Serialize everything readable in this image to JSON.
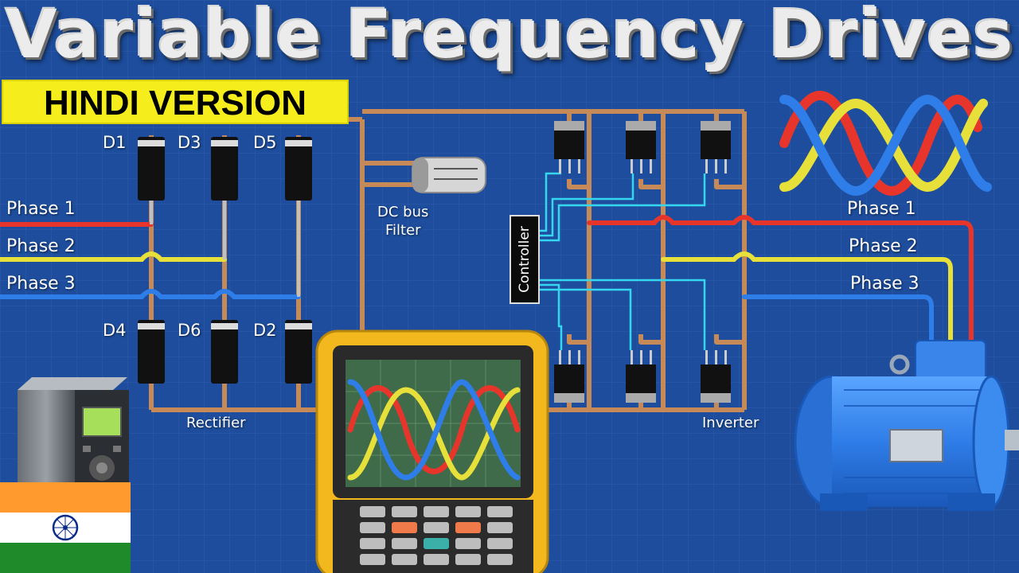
{
  "title": "Variable Frequency Drives",
  "badge": "HINDI VERSION",
  "diodes": [
    "D1",
    "D3",
    "D5",
    "D4",
    "D6",
    "D2"
  ],
  "input_phases": [
    "Phase 1",
    "Phase 2",
    "Phase 3"
  ],
  "output_phases": [
    "Phase 1",
    "Phase 2",
    "Phase 3"
  ],
  "capacitor_label_line1": "DC bus",
  "capacitor_label_line2": "Filter",
  "controller_label": "Controller",
  "rectifier_label": "Rectifier",
  "inverter_label": "Inverter",
  "colors": {
    "background": "#1d4d9c",
    "copper": "#c58a58",
    "phase1": "#e8352c",
    "phase2": "#e8e03a",
    "phase3": "#2f7de8",
    "signal": "#35d6f0",
    "motor": "#2f80e8",
    "scope_body": "#f2b81e"
  },
  "icons": [
    "vfd-drive-icon",
    "india-flag-icon",
    "oscilloscope-icon",
    "motor-icon",
    "sine-wave-icon",
    "capacitor-icon",
    "mosfet-icon",
    "diode-icon"
  ]
}
